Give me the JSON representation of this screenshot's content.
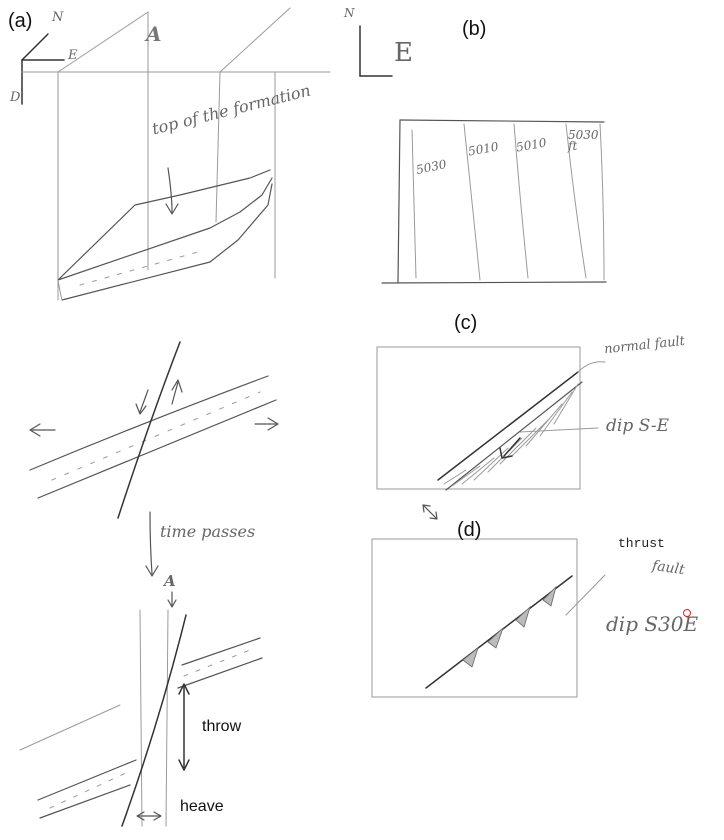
{
  "panels": {
    "a": {
      "label": "(a)",
      "compass": {
        "north": "N",
        "east": "E",
        "down": "D"
      },
      "block_mark": "A",
      "top_of_formation": "top of the formation",
      "time_note": "time passes",
      "lower_mark": "A",
      "throw_label": "throw",
      "heave_label": "heave"
    },
    "b": {
      "label": "(b)",
      "compass": {
        "north": "N",
        "east": "E"
      },
      "contours": [
        "5030",
        "5010",
        "5010",
        "5030 ft"
      ]
    },
    "c": {
      "label": "(c)",
      "fault_note": "normal fault",
      "dip_note": "dip S-E"
    },
    "d": {
      "label": "(d)",
      "fault_type": "thrust",
      "fault_note": "fault",
      "dip_note": "dip S30E",
      "degree_mark_color": "#d62828"
    }
  }
}
